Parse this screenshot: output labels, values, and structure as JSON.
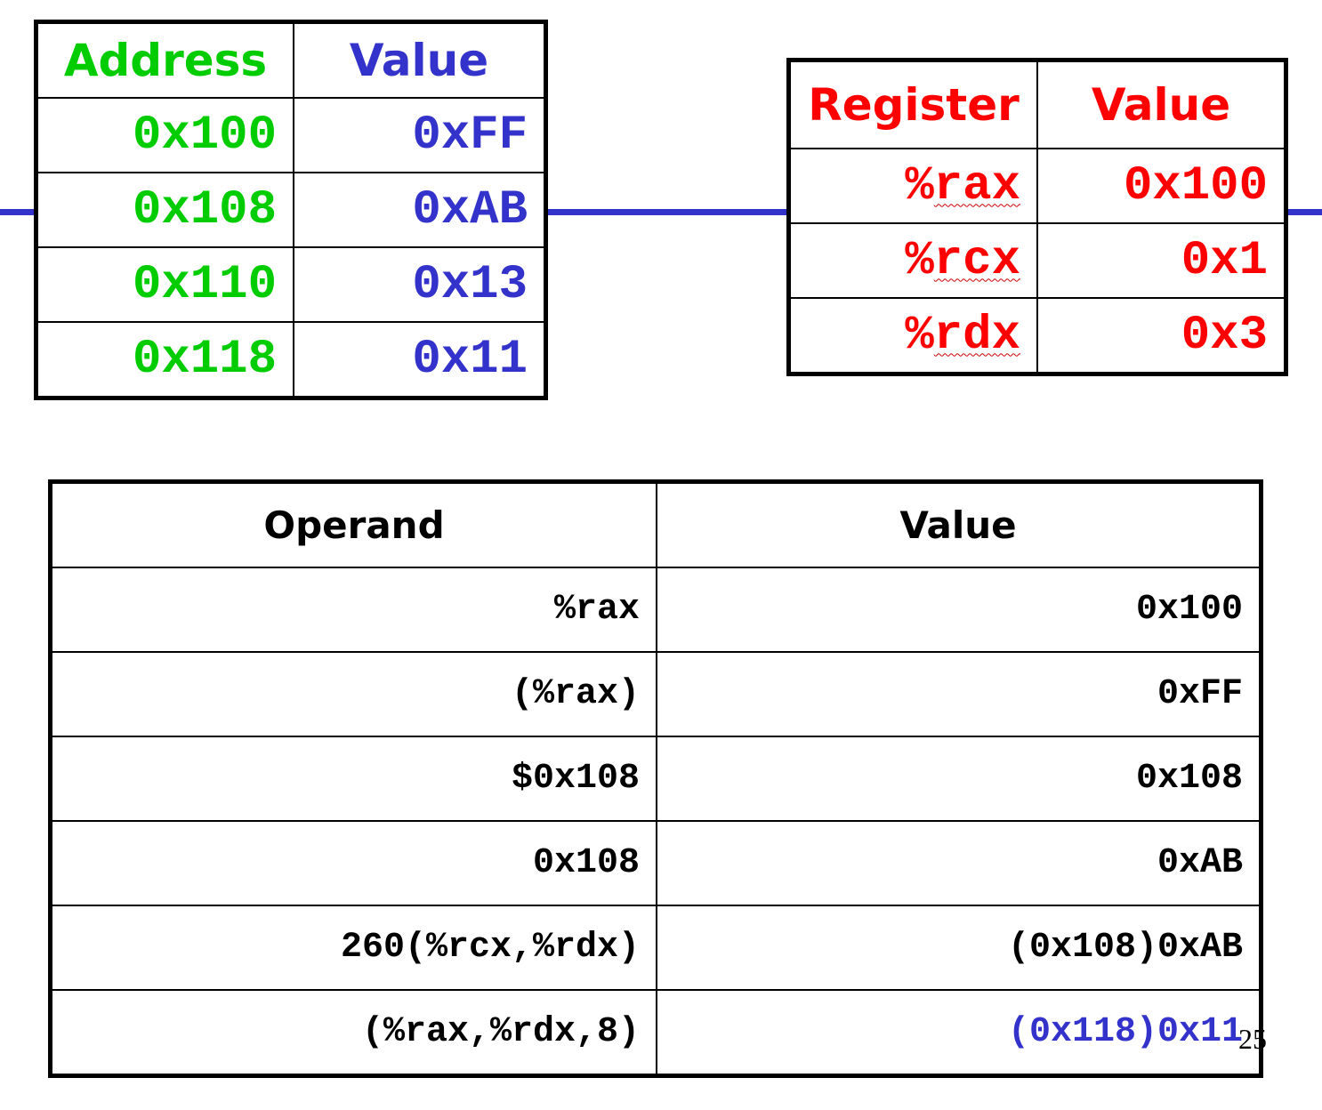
{
  "colors": {
    "memory_address": "#00cc00",
    "memory_value": "#3333cc",
    "register": "#ff0000",
    "highlight": "#3333cc",
    "wire": "#3333cc"
  },
  "memory_table": {
    "headers": {
      "address": "Address",
      "value": "Value"
    },
    "rows": [
      {
        "address": "0x100",
        "value": "0xFF"
      },
      {
        "address": "0x108",
        "value": "0xAB"
      },
      {
        "address": "0x110",
        "value": "0x13"
      },
      {
        "address": "0x118",
        "value": "0x11"
      }
    ]
  },
  "register_table": {
    "headers": {
      "register": "Register",
      "value": "Value"
    },
    "rows": [
      {
        "prefix": "%",
        "name": "rax",
        "value": "0x100"
      },
      {
        "prefix": "%",
        "name": "rcx",
        "value": "0x1"
      },
      {
        "prefix": "%",
        "name": "rdx",
        "value": "0x3"
      }
    ]
  },
  "operand_table": {
    "headers": {
      "operand": "Operand",
      "value": "Value"
    },
    "rows": [
      {
        "operand": "%rax",
        "value_prefix": "",
        "value": "0x100"
      },
      {
        "operand": "(%rax)",
        "value_prefix": "",
        "value": "0xFF"
      },
      {
        "operand": "$0x108",
        "value_prefix": "",
        "value": "0x108"
      },
      {
        "operand": "0x108",
        "value_prefix": "",
        "value": "0xAB"
      },
      {
        "operand": "260(%rcx,%rdx)",
        "value_prefix": "(0x108)",
        "value": "0xAB"
      },
      {
        "operand": "(%rax,%rdx,8)",
        "value_prefix": "(0x118)",
        "value": "0x11"
      }
    ]
  },
  "page_number": "25"
}
